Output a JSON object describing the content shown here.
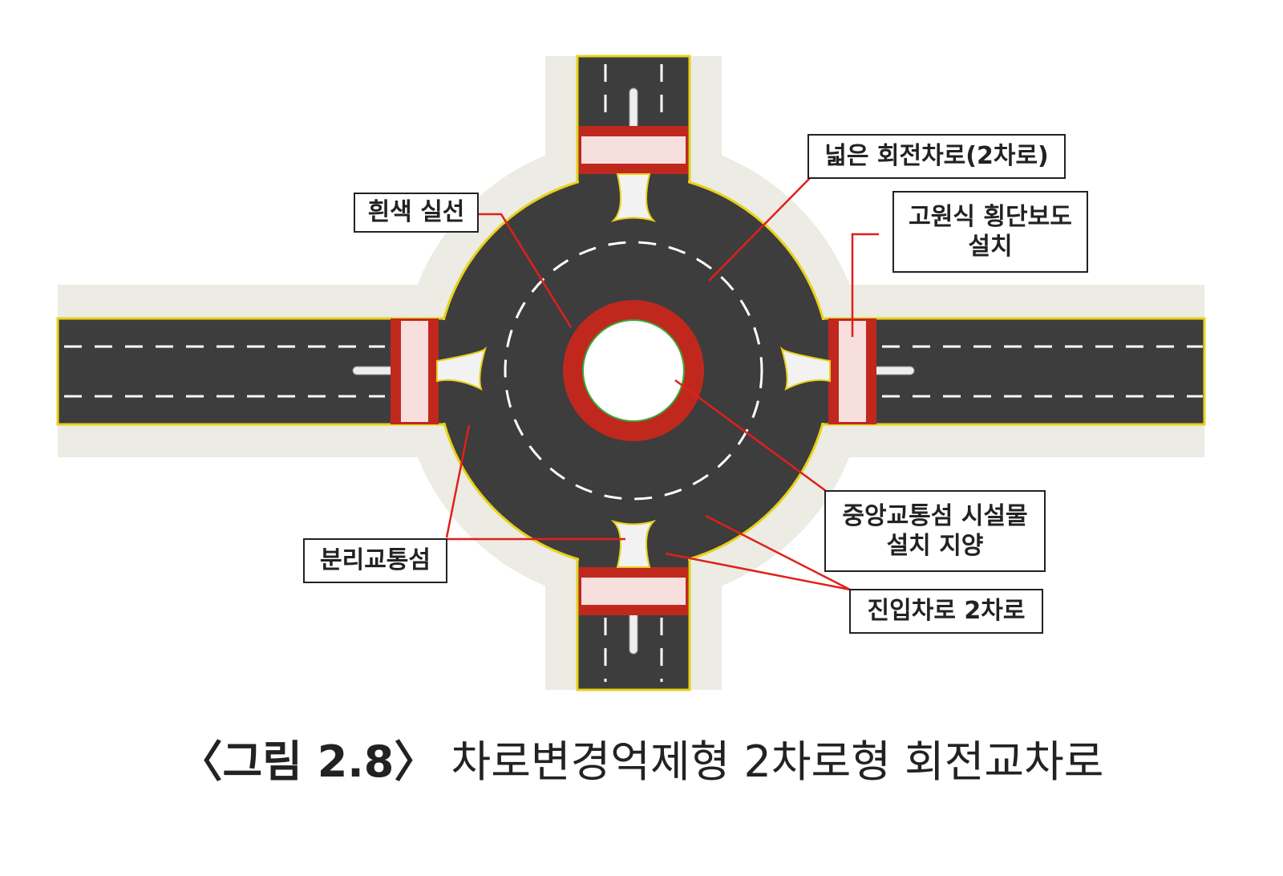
{
  "labels": {
    "white_solid_line": "흰색 실선",
    "wide_circulating_lane": "넓은 회전차로(2차로)",
    "raised_crosswalk": "고원식 횡단보도\n설치",
    "splitter_island": "분리교통섬",
    "central_island": "중앙교통섬 시설물\n설치 지양",
    "entry_lanes": "진입차로 2차로"
  },
  "caption": {
    "figure_number": "〈그림 2.8〉",
    "title": "차로변경억제형 2차로형 회전교차로"
  },
  "colors": {
    "asphalt": "#3d3d3d",
    "sidewalk": "#ecebe4",
    "edge_line": "#e8d21a",
    "central_island_ring": "#c0281e",
    "leader_line": "#e0201a"
  }
}
